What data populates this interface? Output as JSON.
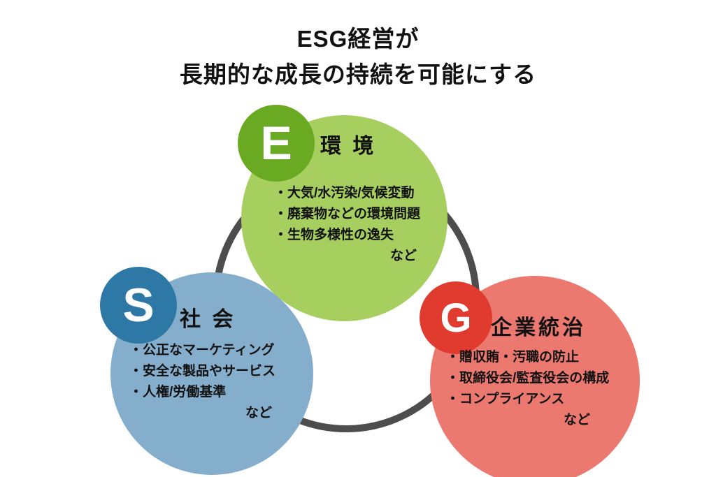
{
  "title": {
    "line1": "ESG経営が",
    "line2": "長期的な成長の持続を可能にする"
  },
  "colors": {
    "environment_light": "#a7cf5f",
    "environment_dark": "#6aaa23",
    "social_light": "#85aecd",
    "social_dark": "#2e78a6",
    "governance_light": "#ec796f",
    "governance_dark": "#e13a2e",
    "ring": "#4d4d4d",
    "text": "#111111"
  },
  "circles": [
    {
      "id": "environment",
      "letter": "E",
      "label": "環 境",
      "items": [
        "・大気/水汚染/気候変動",
        "・廃棄物などの環境問題",
        "・生物多様性の逸失"
      ],
      "etc": "など"
    },
    {
      "id": "social",
      "letter": "S",
      "label": "社 会",
      "items": [
        "・公正なマーケティング",
        "・安全な製品やサービス",
        "・人権/労働基準"
      ],
      "etc": "など"
    },
    {
      "id": "governance",
      "letter": "G",
      "label": "企業統治",
      "items": [
        "・贈収賄・汚職の防止",
        "・取締役会/監査役会の構成",
        "・コンプライアンス"
      ],
      "etc": "など"
    }
  ]
}
